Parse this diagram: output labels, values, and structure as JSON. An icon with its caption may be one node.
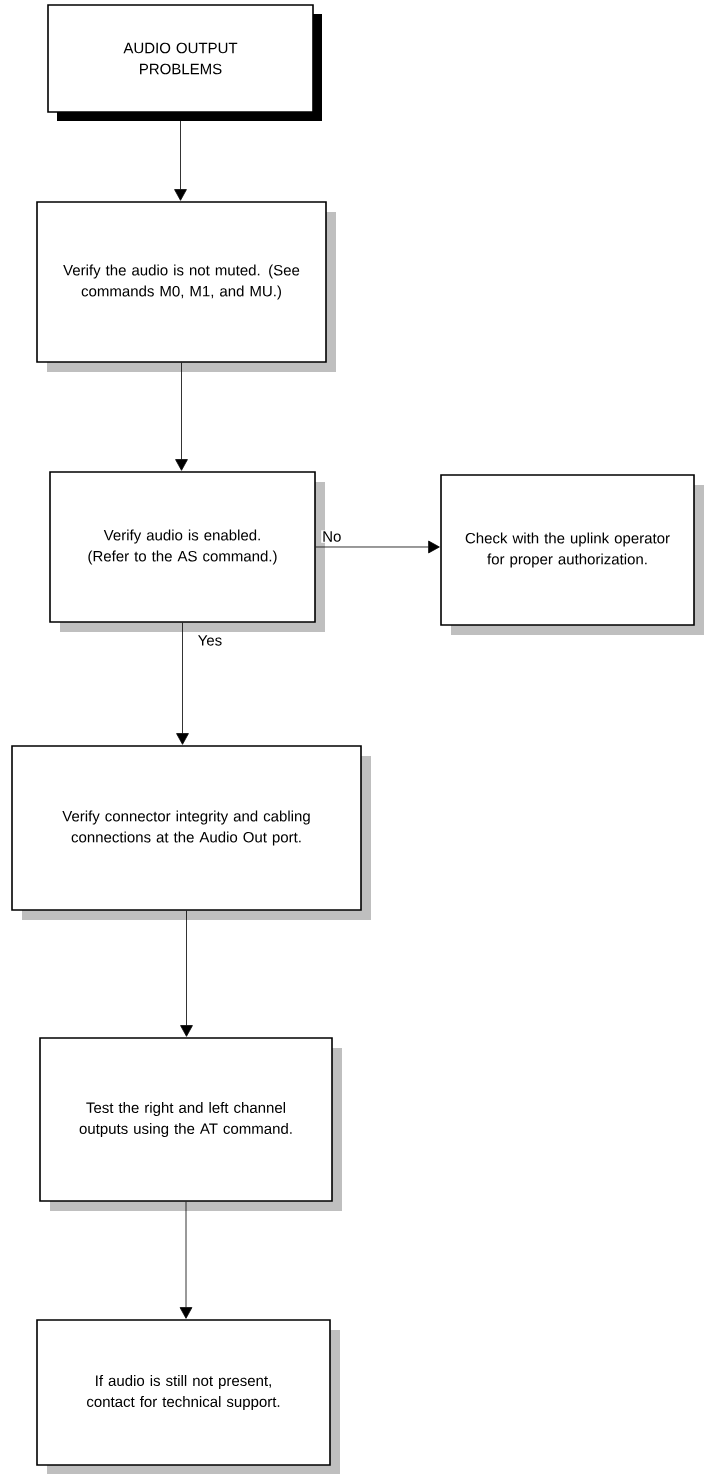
{
  "diagram": {
    "nodes": [
      {
        "text": [
          "AUDIO OUTPUT PROBLEMS"
        ]
      },
      {
        "text": [
          "Verify the audio is not muted. (See commands M0, M1, and MU.)"
        ]
      },
      {
        "text": [
          "Verify audio is enabled. (Refer to the AS command.)"
        ]
      },
      {
        "text": [
          "Check with the uplink operator for proper authorization."
        ]
      },
      {
        "text": [
          "Verify connector integrity and cabling connections at the Audio Out port."
        ]
      },
      {
        "text": [
          "Test the right and left channel outputs using the AT command."
        ]
      },
      {
        "text": [
          "If audio is still not present, contact for technical support."
        ]
      }
    ],
    "edges": [
      {
        "from": 0,
        "to": 1,
        "arrow": "to"
      },
      {
        "from": 1,
        "to": 2,
        "arrow": "to"
      },
      {
        "from": 2,
        "to": 3,
        "arrow": "to",
        "label": "No"
      },
      {
        "from": 2,
        "to": 4,
        "arrow": "to",
        "label": "Yes"
      },
      {
        "from": 4,
        "to": 5,
        "arrow": "to"
      },
      {
        "from": 5,
        "to": 6,
        "arrow": "to"
      }
    ]
  }
}
